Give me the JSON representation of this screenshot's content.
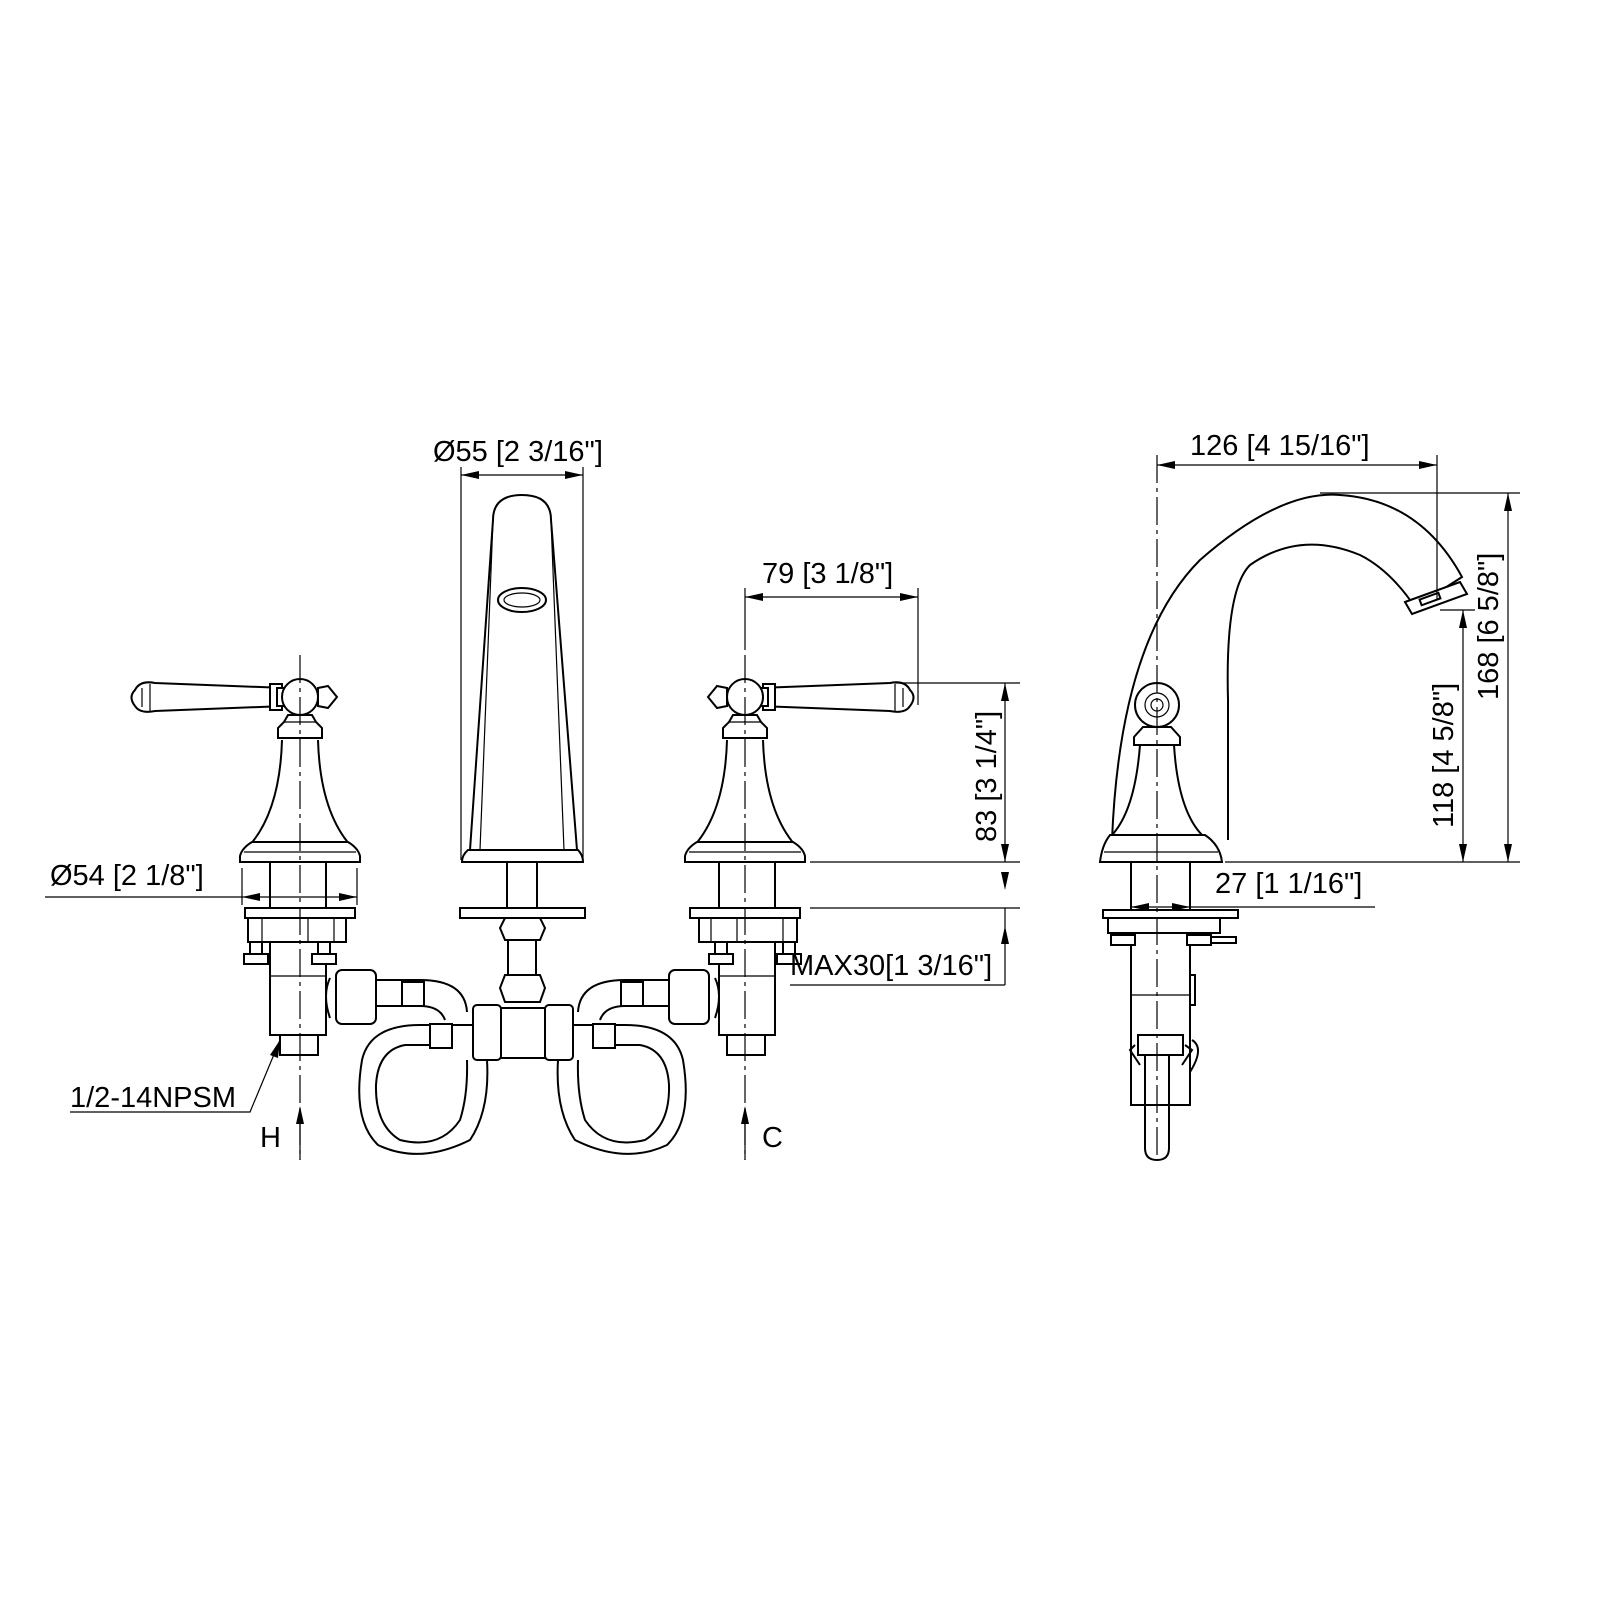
{
  "drawing": {
    "dimensions": {
      "spout_diameter": "Ø55 [2 3/16\"]",
      "handle_reach": "79 [3 1/8\"]",
      "handle_height": "83 [3 1/4\"]",
      "base_diameter": "Ø54 [2 1/8\"]",
      "max_deck_thickness": "MAX30[1 3/16\"]",
      "thread_spec": "1/2-14NPSM",
      "spout_reach": "126 [4 15/16\"]",
      "spout_outlet_height": "118 [4 5/8\"]",
      "spout_total_height": "168 [6 5/8\"]",
      "shank_diameter": "27 [1 1/16\"]"
    },
    "labels": {
      "hot": "H",
      "cold": "C"
    }
  }
}
